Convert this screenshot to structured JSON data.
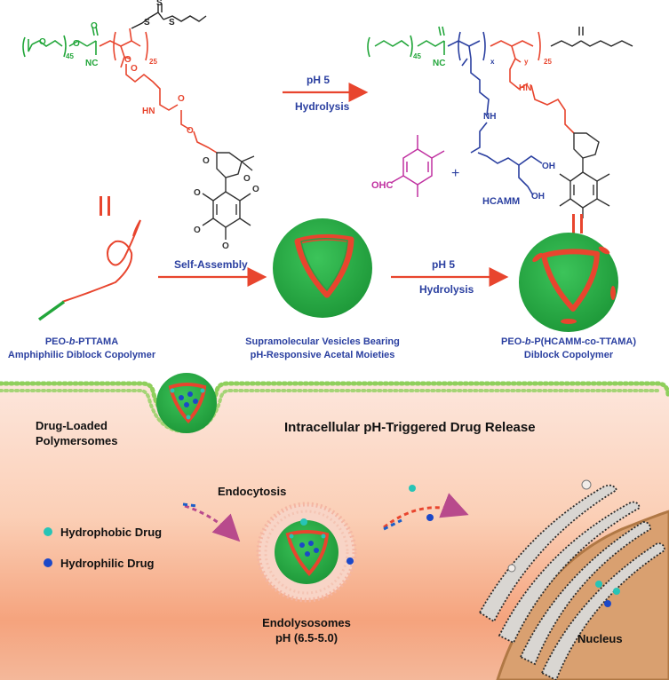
{
  "top_left_chem": {
    "sub_45": "45",
    "sub_25": "25",
    "o": "O",
    "nc": "NC",
    "hn": "HN",
    "s": "S"
  },
  "top_arrow": {
    "top": "pH 5",
    "bottom": "Hydrolysis"
  },
  "top_right_chem": {
    "sub_45": "45",
    "sub_25": "25",
    "sub_x": "x",
    "sub_y": "y",
    "nc": "NC",
    "nh": "NH",
    "hn": "HN",
    "oh": "OH",
    "cho": "OHC",
    "plus": "+",
    "hcamm": "HCAMM"
  },
  "middle": {
    "arrow1": "Self-Assembly",
    "arrow2_top": "pH 5",
    "arrow2_bottom": "Hydrolysis",
    "caption_left_1a": "PEO-",
    "caption_left_1b": "b",
    "caption_left_1c": "-PTTAMA",
    "caption_left_2": "Amphiphilic Diblock Copolymer",
    "caption_mid_1": "Supramolecular Vesicles Bearing",
    "caption_mid_2": "pH-Responsive Acetal Moieties",
    "caption_right_1a": "PEO-",
    "caption_right_1b": "b",
    "caption_right_1c": "-P(HCAMM-co-TTAMA)",
    "caption_right_2": "Diblock Copolymer"
  },
  "bottom": {
    "title": "Intracellular pH-Triggered Drug Release",
    "drug_loaded_1": "Drug-Loaded",
    "drug_loaded_2": "Polymersomes",
    "endocytosis": "Endocytosis",
    "legend_hydrophobic": "Hydrophobic Drug",
    "legend_hydrophilic": "Hydrophilic Drug",
    "endo_1": "Endolysosomes",
    "endo_2": "pH (6.5-5.0)",
    "nucleus": "Nucleus"
  },
  "colors": {
    "green": "#22a63a",
    "red": "#e8452e",
    "blue": "#2a3fa0",
    "magenta": "#c030a0",
    "hydrophobic": "#27c4b6",
    "hydrophilic": "#1c48c8"
  }
}
